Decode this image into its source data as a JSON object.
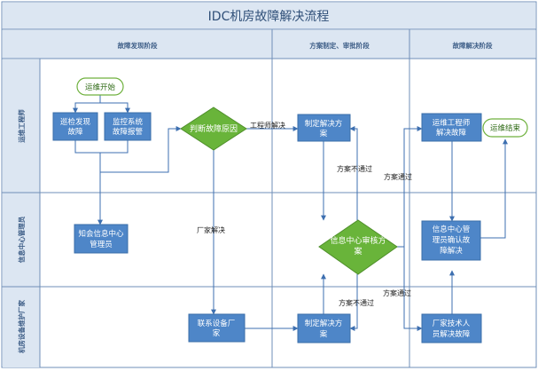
{
  "title": "IDC机房故障解决流程",
  "phases": [
    "故障发现阶段",
    "方案制定、审批阶段",
    "故障解决阶段"
  ],
  "lanes": [
    "运维工程师",
    "信息中心管理员",
    "机房设备维护厂家"
  ],
  "nodes": {
    "start": "运维开始",
    "inspect": [
      "巡检发现",
      "故障"
    ],
    "monitor": [
      "监控系统",
      "故障报警"
    ],
    "judge": "判断故障原因",
    "plan_eng": [
      "制定解决方",
      "案"
    ],
    "notify": [
      "知会信息中心",
      "管理员"
    ],
    "review": [
      "信息中心审核方",
      "案"
    ],
    "contact": [
      "联系设备厂",
      "家"
    ],
    "plan_vendor": [
      "制定解决方",
      "案"
    ],
    "eng_solve": [
      "运维工程师",
      "解决故障"
    ],
    "end": "运维结束",
    "confirm": [
      "信息中心管",
      "理员确认故",
      "障解决"
    ],
    "vendor_solve": [
      "厂家技术人",
      "员解决故障"
    ]
  },
  "edge_labels": {
    "engineer": "工程师解决",
    "vendor": "厂家解决",
    "reject_top": "方案不通过",
    "pass_top": "方案通过",
    "pass_bottom": "方案通过",
    "reject_bottom": "方案不通过"
  },
  "colors": {
    "process": "#4e86c8",
    "decision": "#69b43a",
    "terminal_border": "#6fb13e",
    "header_bg": "#dce6f2",
    "connector": "#3d6fb0"
  }
}
